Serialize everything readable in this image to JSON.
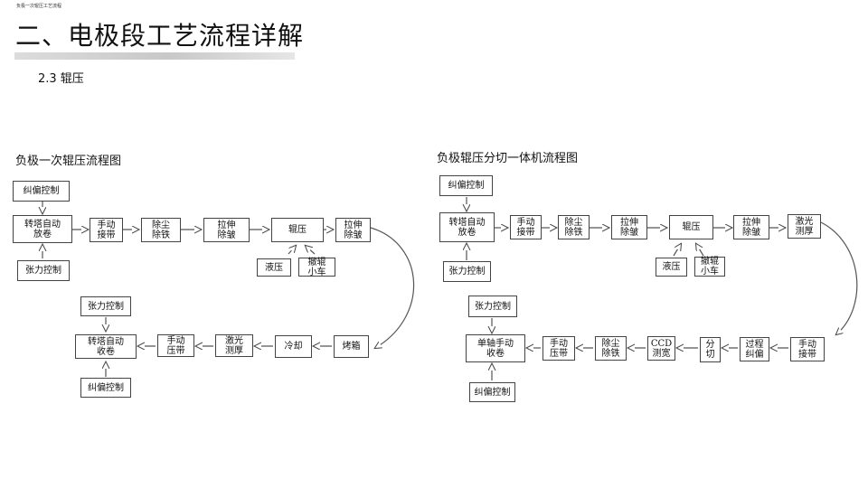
{
  "header": {
    "small_title": "负极一次辊压工艺流程",
    "main_title": "二、电极段工艺流程详解",
    "section": "2.3 辊压"
  },
  "diagram1": {
    "title": "负极一次辊压流程图",
    "nodes": {
      "jiupian_top": "纠偏控制",
      "unwind": "转塔自动\n放卷",
      "zhangli_bottom": "张力控制",
      "splice": "手动\n接带",
      "dust": "除尘\n除铁",
      "stretch1": "拉伸\n除皱",
      "roll": "辊压",
      "stretch2": "拉伸\n除皱",
      "hydraulic": "液压",
      "cart": "撤辊\n小车",
      "bake": "烤箱",
      "cool": "冷却",
      "laser": "激光\n测厚",
      "press": "手动\n压带",
      "rewind": "转塔自动\n收卷",
      "zhangli_top": "张力控制",
      "jiupian_bottom": "纠偏控制"
    }
  },
  "diagram2": {
    "title": "负极辊压分切一体机流程图",
    "nodes": {
      "jiupian_top": "纠偏控制",
      "unwind": "转塔自动\n放卷",
      "zhangli_bottom": "张力控制",
      "splice": "手动\n接带",
      "dust": "除尘\n除铁",
      "stretch1": "拉伸\n除皱",
      "roll": "辊压",
      "stretch2": "拉伸\n除皱",
      "laser": "激光\n测厚",
      "hydraulic": "液压",
      "cart": "撤辊\n小车",
      "splice2": "手动\n接带",
      "process_correct": "过程\n纠偏",
      "slit": "分\n切",
      "ccd": "CCD\n测宽",
      "dust2": "除尘\n除铁",
      "press": "手动\n压带",
      "rewind": "单轴手动\n收卷",
      "zhangli_top": "张力控制",
      "jiupian_bottom": "纠偏控制"
    }
  }
}
